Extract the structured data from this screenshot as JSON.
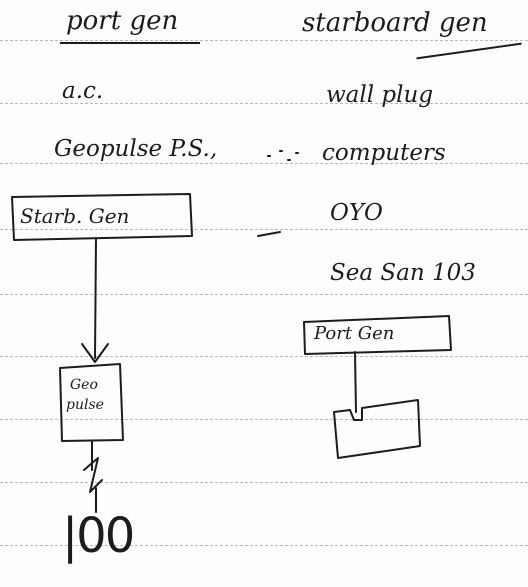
{
  "left_column": {
    "heading": "port gen",
    "items": [
      "a.c.",
      "Geopulse P.S.,"
    ],
    "box_label": "Starb. Gen",
    "geopulse_box_lines": [
      "Geo",
      "pulse"
    ],
    "bottom_symbol": "|00"
  },
  "right_column": {
    "heading": "starboard gen",
    "items": [
      "wall plug",
      "computers",
      "OYO",
      "Sea San 103"
    ],
    "box_label": "Port Gen"
  }
}
